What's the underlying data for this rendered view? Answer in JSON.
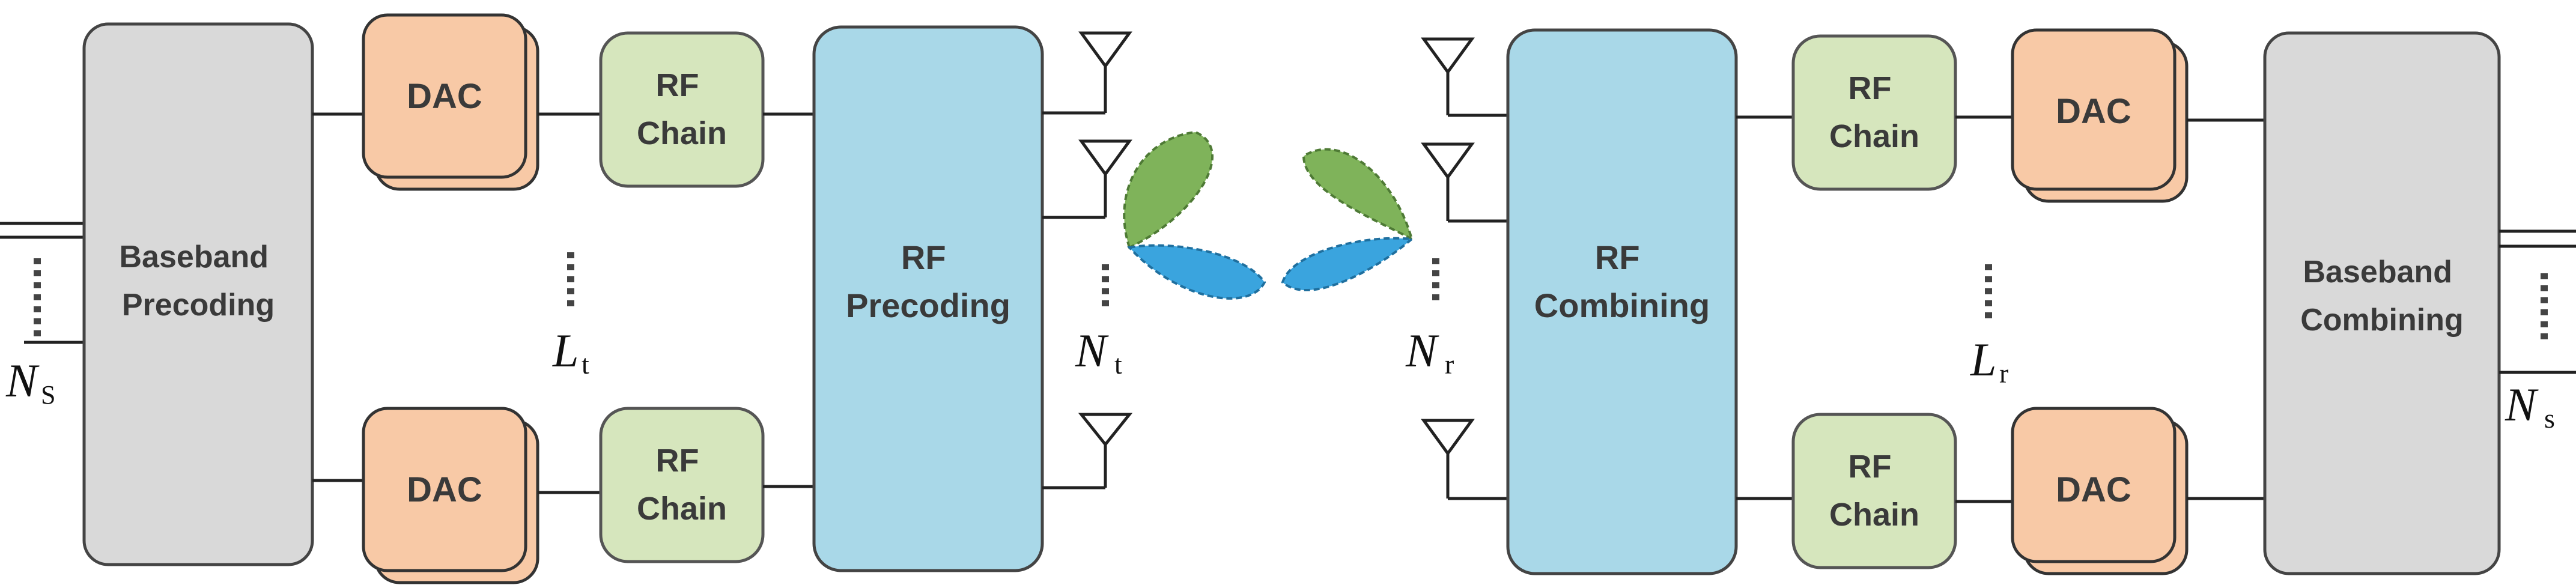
{
  "diagram": {
    "transmitter": {
      "baseband": "Baseband\nPrecoding",
      "dac_top": "DAC",
      "dac_bottom": "DAC",
      "rfchain_top": "RF\nChain",
      "rfchain_bottom": "RF\nChain",
      "rf_block": "RF\nPrecoding",
      "streams_symbol": "N",
      "streams_sub": "S",
      "chains_symbol": "L",
      "chains_sub": "t",
      "antennas_symbol": "N",
      "antennas_sub": "t"
    },
    "receiver": {
      "rf_block": "RF\nCombining",
      "rfchain_top": "RF\nChain",
      "rfchain_bottom": "RF\nChain",
      "dac_top": "DAC",
      "dac_bottom": "DAC",
      "baseband": "Baseband\nCombining",
      "antennas_symbol": "N",
      "antennas_sub": "r",
      "chains_symbol": "L",
      "chains_sub": "r",
      "streams_symbol": "N",
      "streams_sub": "s"
    },
    "colors": {
      "baseband_fill": "#d9d9d9",
      "dac_fill": "#f8c9a6",
      "rfchain_fill": "#d6e6bd",
      "rf_block_fill": "#a9d8e8",
      "beam_green": "#7fb35a",
      "beam_blue": "#3aa4de"
    }
  }
}
